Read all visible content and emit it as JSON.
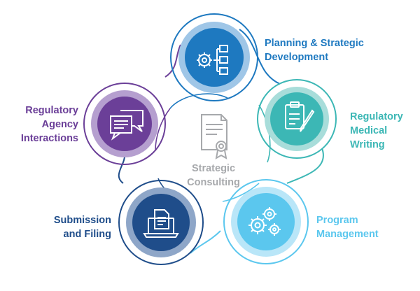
{
  "center": {
    "line1": "Strategic",
    "line2": "Consulting",
    "icon": "certificate-icon"
  },
  "colors": {
    "purple": "#6b3f98",
    "dark_blue": "#1f4d8a",
    "blue": "#1e79c0",
    "teal": "#3cb7b5",
    "light_blue": "#5bc7ee",
    "gray": "#a7a9ac"
  },
  "nodes": [
    {
      "id": "planning",
      "lines": [
        "Planning & Strategic",
        "Development"
      ],
      "icon": "gear-flowchart-icon",
      "color": "#1e79c0"
    },
    {
      "id": "writing",
      "lines": [
        "Regulatory",
        "Medical",
        "Writing"
      ],
      "icon": "clipboard-pen-icon",
      "color": "#3cb7b5"
    },
    {
      "id": "program",
      "lines": [
        "Program",
        "Management"
      ],
      "icon": "gears-icon",
      "color": "#5bc7ee"
    },
    {
      "id": "submission",
      "lines": [
        "Submission",
        "and Filing"
      ],
      "icon": "laptop-document-icon",
      "color": "#1f4d8a"
    },
    {
      "id": "agency",
      "lines": [
        "Regulatory",
        "Agency",
        "Interactions"
      ],
      "icon": "chat-bubbles-icon",
      "color": "#6b3f98"
    }
  ]
}
